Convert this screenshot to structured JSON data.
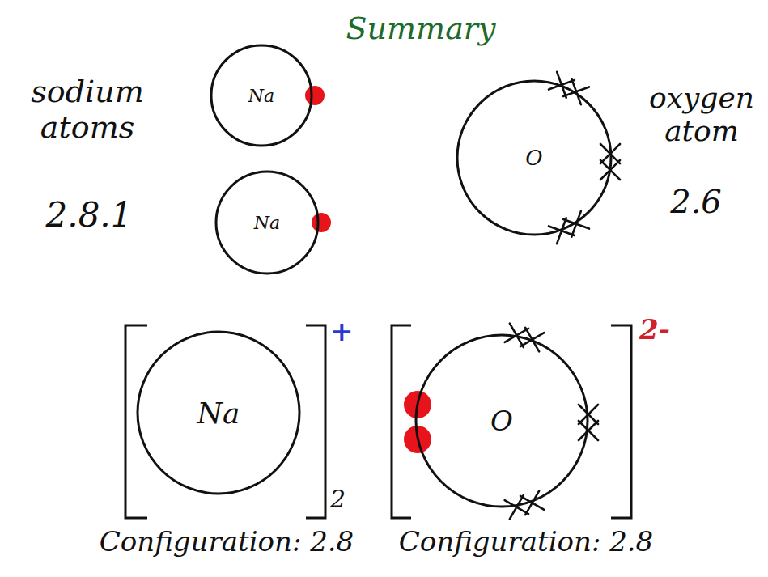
{
  "diagram": {
    "title": "Summary",
    "nodes": [
      {
        "text": [
          "Na"
        ]
      },
      {
        "text": [
          "Na"
        ]
      },
      {
        "text": [
          "O"
        ]
      },
      {
        "text": [
          "Na"
        ]
      },
      {
        "text": [
          "O"
        ]
      }
    ],
    "labels": [
      "sodium atoms",
      "2.8.1",
      "oxygen atom",
      "2.6",
      "+",
      "2",
      "2-",
      "Configuration: 2.8",
      "Configuration: 2.8"
    ]
  }
}
